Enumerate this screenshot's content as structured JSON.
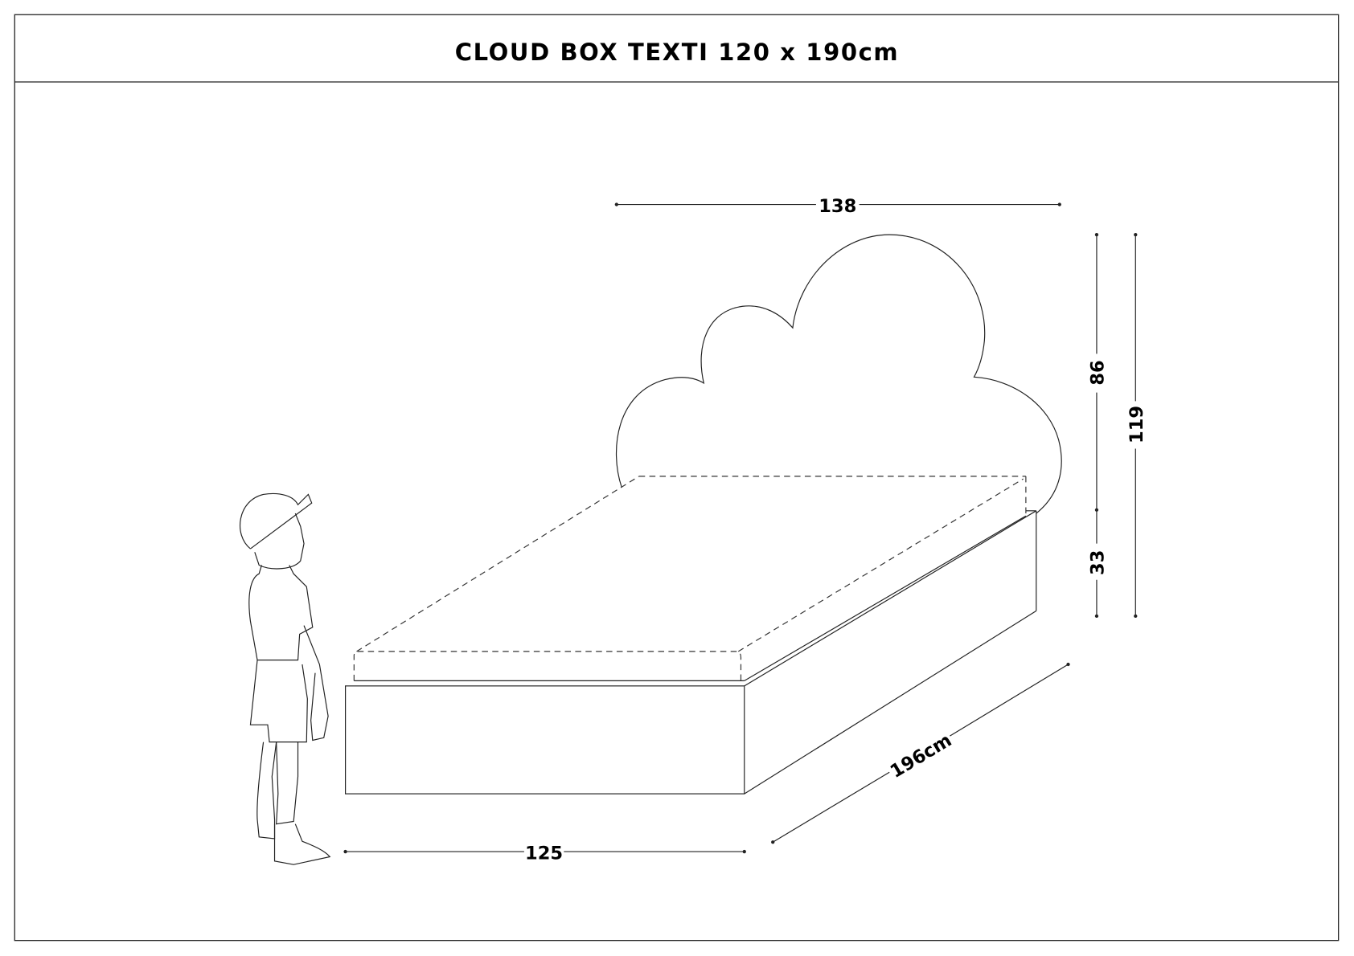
{
  "title": "CLOUD BOX TEXTI 120 x 190cm",
  "dimensions": {
    "headboard_width": "138",
    "headboard_height": "86",
    "base_height": "33",
    "total_height": "119",
    "length": "196cm",
    "width": "125"
  }
}
